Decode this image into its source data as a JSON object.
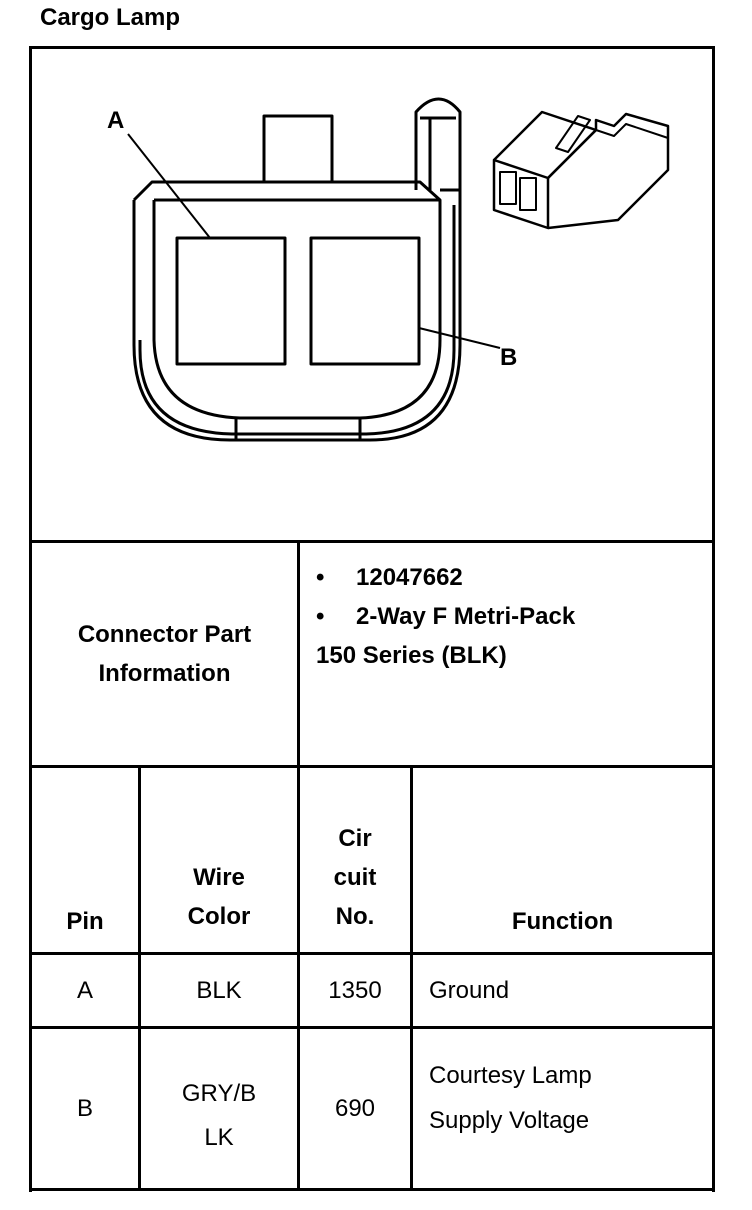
{
  "title": "Cargo Lamp",
  "diagram": {
    "label_a": "A",
    "label_b": "B"
  },
  "connector_info": {
    "label_line1": "Connector Part",
    "label_line2": "Information",
    "bullet": "•",
    "part_number": "12047662",
    "description_line1": "2-Way F Metri-Pack",
    "description_line2": "150 Series (BLK)"
  },
  "table": {
    "headers": {
      "pin": "Pin",
      "wire_color_line1": "Wire",
      "wire_color_line2": "Color",
      "circuit_line1": "Cir",
      "circuit_line2": "cuit",
      "circuit_line3": "No.",
      "function": "Function"
    },
    "rows": [
      {
        "pin": "A",
        "wire_color_line1": "BLK",
        "wire_color_line2": "",
        "circuit": "1350",
        "function_line1": "Ground",
        "function_line2": ""
      },
      {
        "pin": "B",
        "wire_color_line1": "GRY/B",
        "wire_color_line2": "LK",
        "circuit": "690",
        "function_line1": "Courtesy Lamp",
        "function_line2": "Supply Voltage"
      }
    ]
  }
}
